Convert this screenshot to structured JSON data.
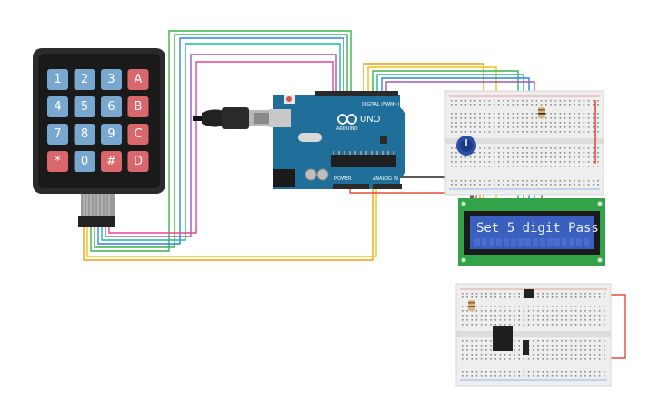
{
  "keypad": {
    "keys": [
      [
        "1",
        "2",
        "3",
        "A"
      ],
      [
        "4",
        "5",
        "6",
        "B"
      ],
      [
        "7",
        "8",
        "9",
        "C"
      ],
      [
        "*",
        "0",
        "#",
        "D"
      ]
    ],
    "colors": {
      "numeric": "#78a7cf",
      "function": "#d9676c",
      "body": "#2b2b2b"
    }
  },
  "arduino": {
    "model_label": "UNO",
    "brand_label": "ARDUINO",
    "header_labels": {
      "digital": "DIGITAL (PWM~)",
      "power": "POWER",
      "analog": "ANALOG IN"
    },
    "board_color": "#1f6f9a"
  },
  "lcd": {
    "display_text": "Set 5 digit Pass",
    "backlight_color": "#3b5fbf",
    "pcb_color": "#33a34a"
  },
  "wire_colors": {
    "green": "#3cb44b",
    "blue": "#2f80ed",
    "orange": "#f39c12",
    "yellow": "#f1c40f",
    "purple": "#9b59b6",
    "red": "#e74c3c",
    "black": "#222222",
    "teal": "#1abc9c",
    "brown": "#8e5b2b"
  }
}
